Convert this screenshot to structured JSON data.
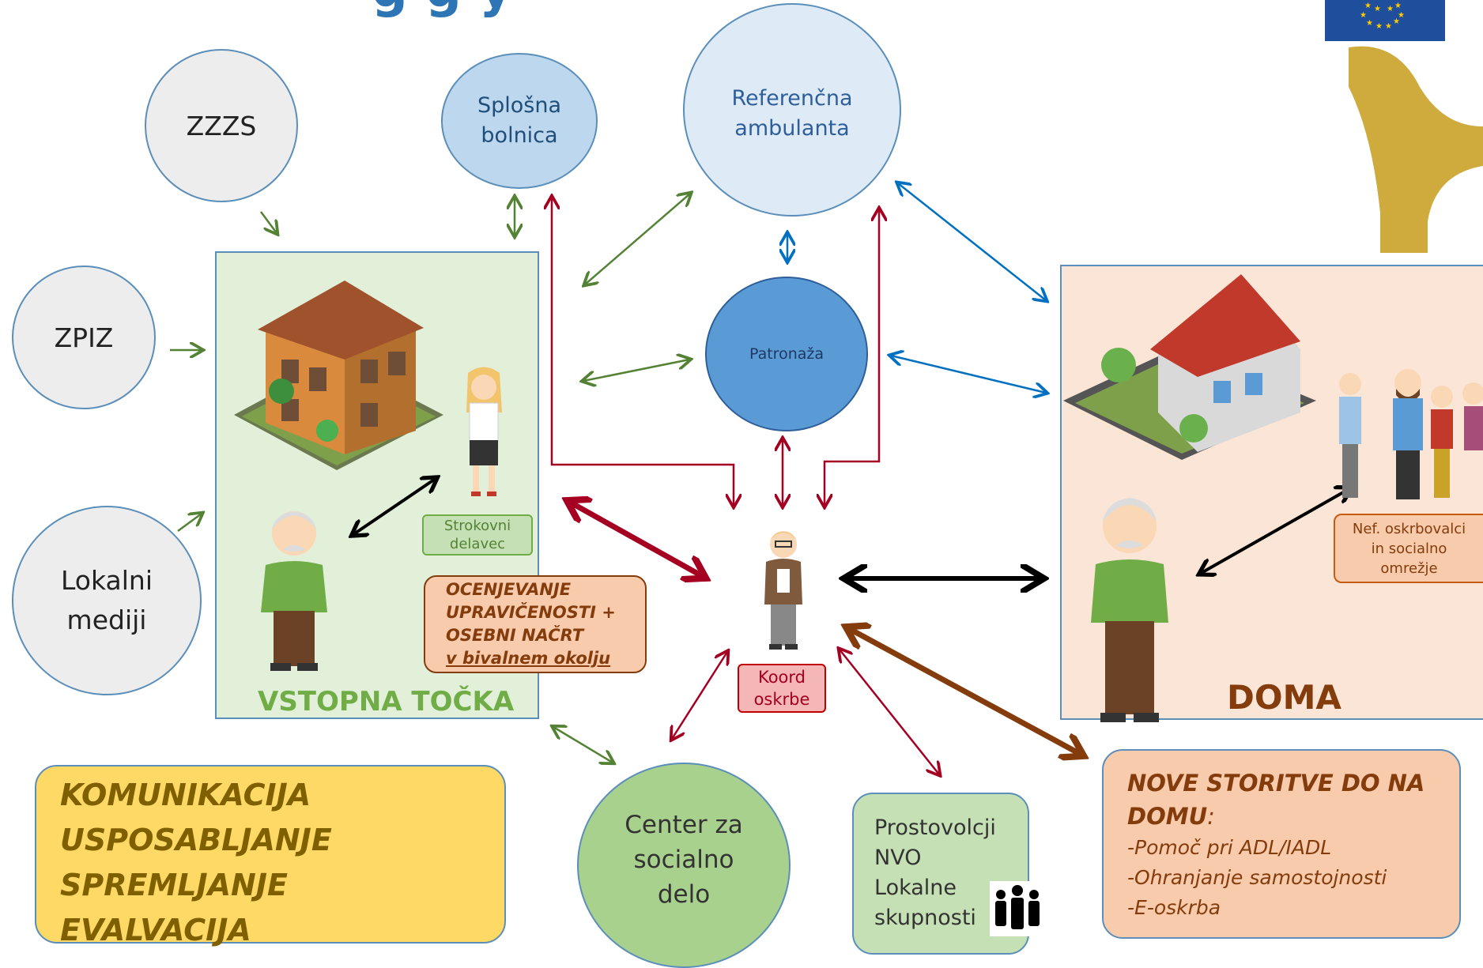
{
  "title_partial": "g               g  y",
  "nodes": {
    "zzzs": "ZZZS",
    "zpiz": "ZPIZ",
    "lokalni_mediji": "Lokalni mediji",
    "splosna_bolnica": "Splošna bolnica",
    "referencna_ambulanta": "Referenčna ambulanta",
    "patronaza": "Patronaža",
    "center_socialno_delo": "Center za socialno delo",
    "prostovolci_lines": [
      "Prostovolcji",
      "NVO",
      "Lokalne",
      "skupnosti"
    ],
    "koord_oskrbe": "Koord oskrbe",
    "strokovni_delavec": "Strokovni delavec",
    "nef_oskrbovalci": "Nef. oskrbovalci in socialno omrežje"
  },
  "vstopna_tocka": {
    "label": "VSTOPNA TOČKA",
    "assessment_lines": [
      "OCENJEVANJE",
      "UPRAVIČENOSTI +",
      "OSEBNI NAČRT",
      "v bivalnem okolju"
    ]
  },
  "doma": {
    "label": "DOMA"
  },
  "komunikacija_lines": [
    "KOMUNIKACIJA",
    "USPOSABLJANJE",
    "SPREMLJANJE",
    "EVALVACIJA"
  ],
  "nove_storitve": {
    "heading_lines": [
      "NOVE STORITVE DO NA",
      "DOMU"
    ],
    "heading_suffix": ":",
    "items": [
      "-Pomoč pri ADL/IADL",
      "-Ohranjanje samostojnosti",
      "-E-oskrba"
    ]
  },
  "colors": {
    "green_arrow": "#548235",
    "blue_arrow": "#0070c0",
    "red_arrow": "#a50021",
    "brown_arrow": "#843c0c",
    "vstopna_fill": "#e2f0d9",
    "doma_fill": "#fbe5d6",
    "komunikacija_fill": "#ffd966",
    "nove_fill": "#f8cbad"
  }
}
